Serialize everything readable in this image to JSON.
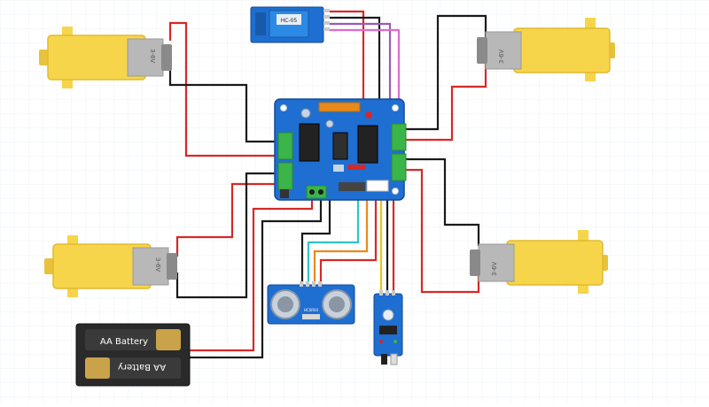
{
  "motor": {
    "label": "3-6V"
  },
  "battery": {
    "label_top": "AA Battery",
    "label_bottom": "AA Battery"
  },
  "bluetooth": {
    "chip_label": "HC-05"
  },
  "ultrasonic": {
    "label": "HCSR04"
  },
  "colors": {
    "background": "#ffffff",
    "grid": "#eef2f6",
    "motor_yellow": "#f7d54a",
    "motor_gray": "#b8b8b8",
    "shield_blue": "#1e6fd1",
    "terminal_green": "#3bb44a",
    "wire_red": "#d62828",
    "wire_black": "#1a1a1a",
    "wire_purple": "#9b59b6",
    "wire_pink": "#e06ccf",
    "wire_cyan": "#31c4c4",
    "wire_orange": "#e8891b",
    "wire_yellow": "#e8c51b",
    "battery_black": "#2a2a2a",
    "battery_gold": "#c9a24a"
  }
}
